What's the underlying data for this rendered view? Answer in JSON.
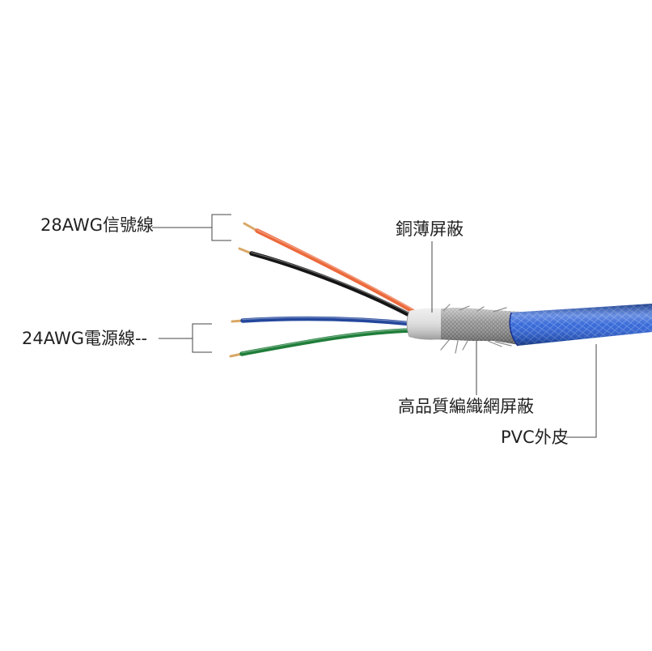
{
  "callouts": {
    "signal_wire": "28AWG信號線",
    "power_wire": "24AWG電源線--",
    "copper_foil_shield": "銅薄屏蔽",
    "braided_shield": "高品質編織網屏蔽",
    "pvc_jacket": "PVC外皮"
  },
  "colors": {
    "leader_line": "#444444",
    "orange_wire": "#ec6a3c",
    "black_wire": "#151515",
    "blue_wire": "#24479c",
    "green_wire": "#1f7e3a",
    "conductor": "#d9a866",
    "copper_foil": "#dcdcdc",
    "braid": "#9c9c9c",
    "pvc_jacket": "#2f63d6"
  }
}
